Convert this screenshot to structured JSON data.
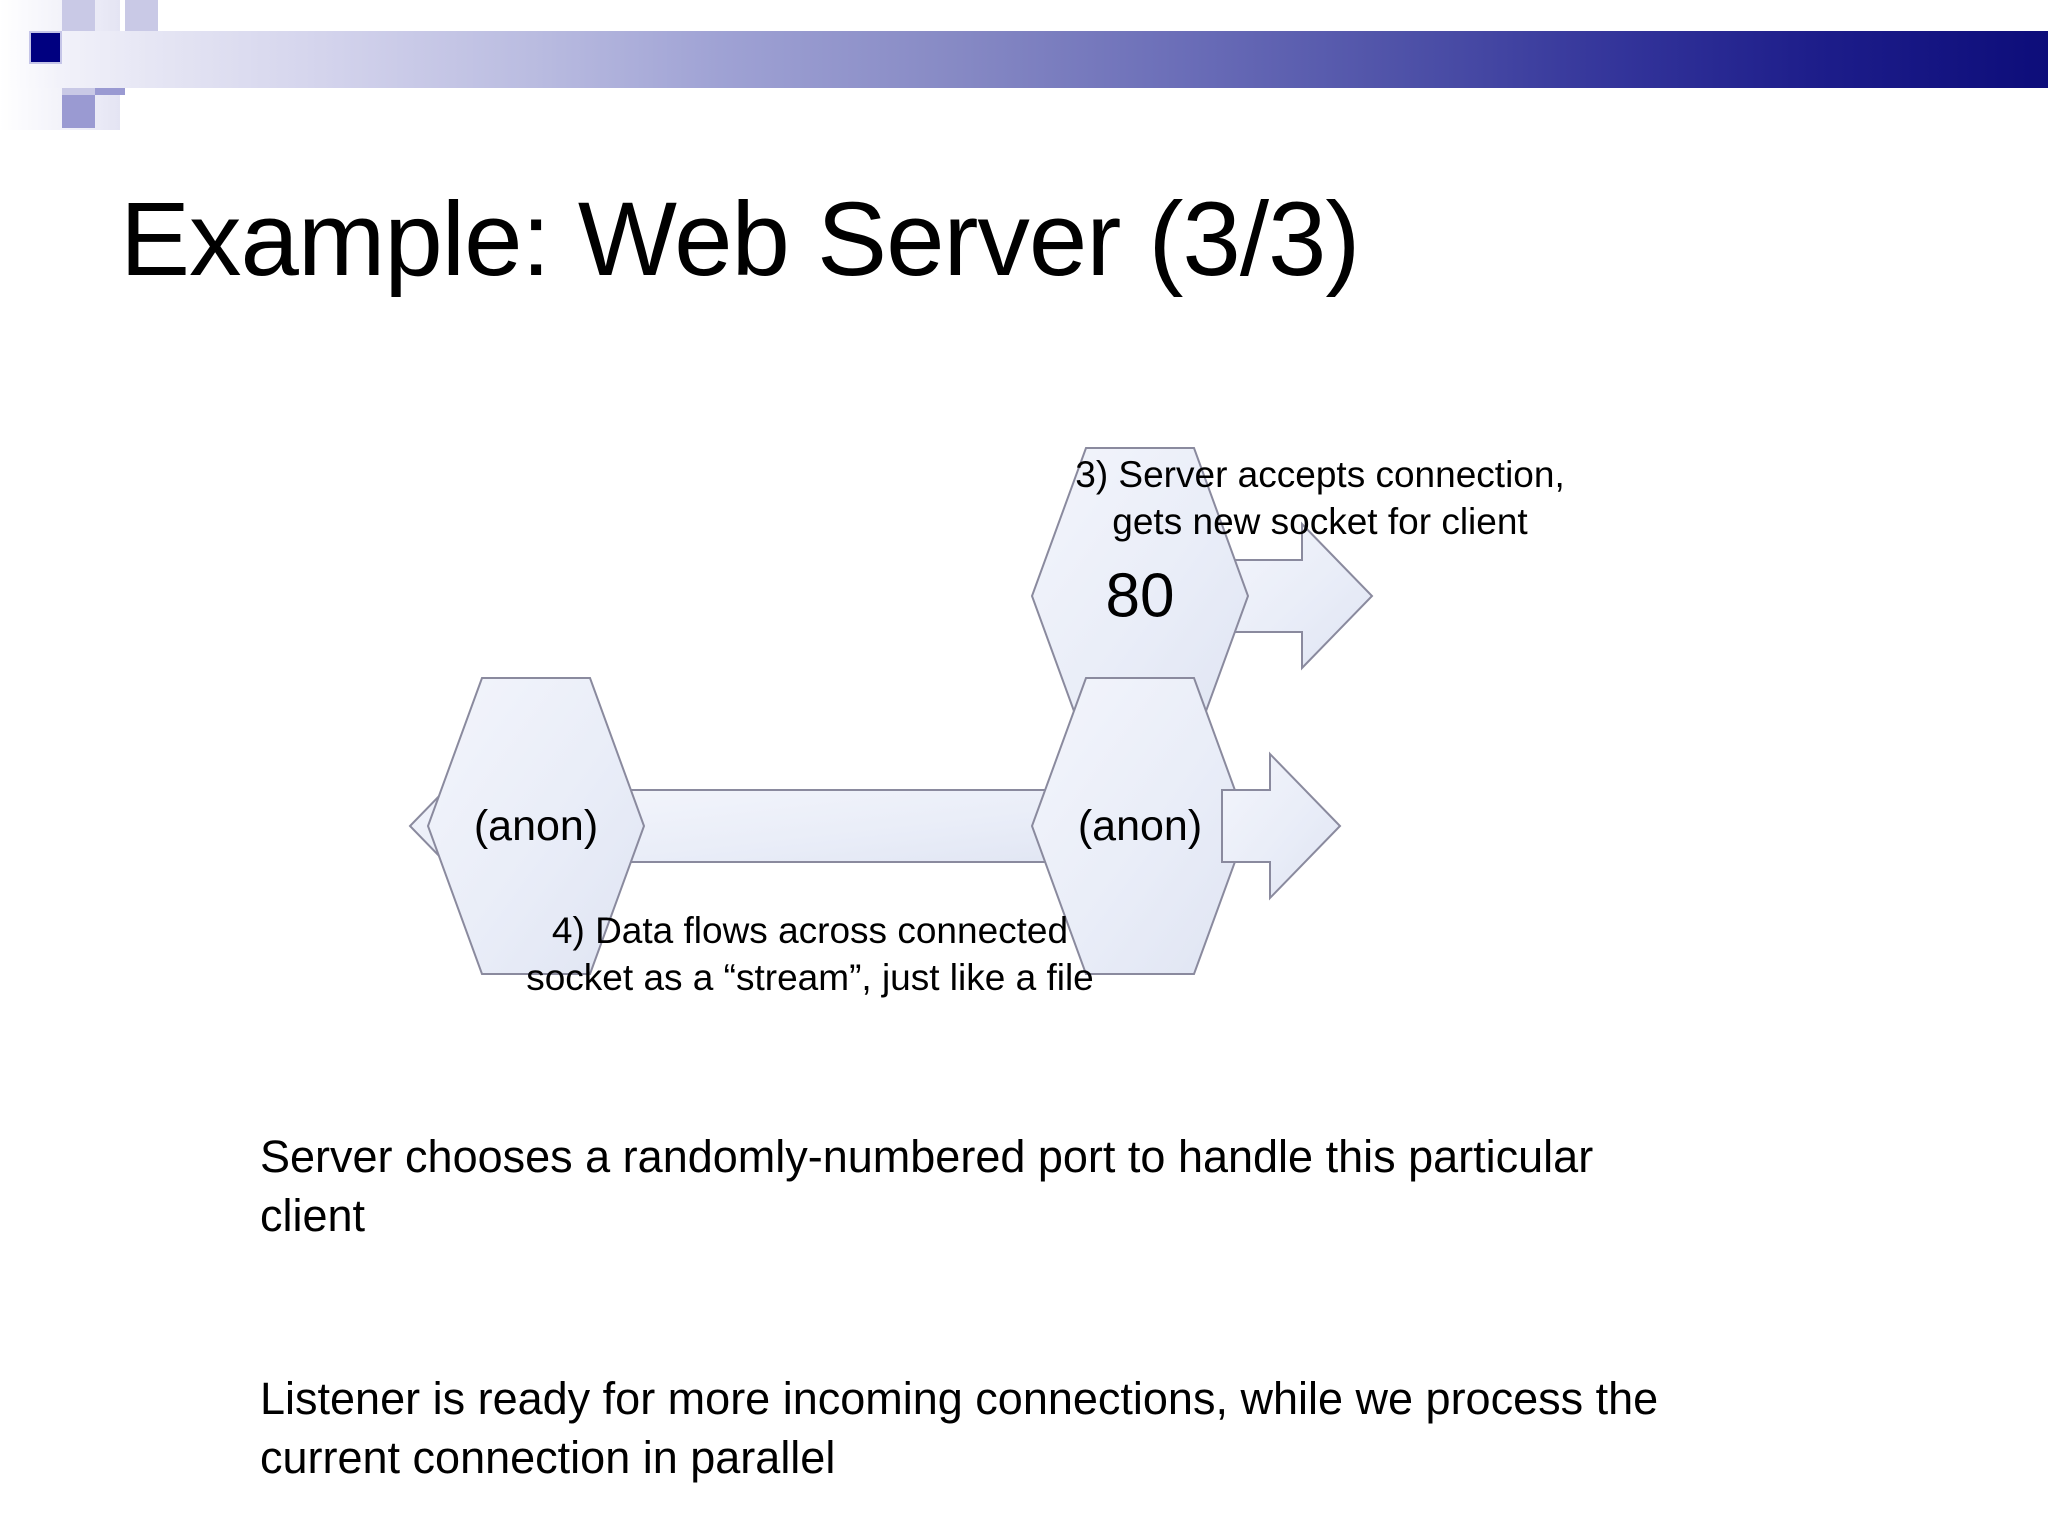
{
  "slide": {
    "title": "Example: Web Server (3/3)",
    "accent_colors": {
      "navy_square": "#000080",
      "banner_dark": "#0d0d7a",
      "banner_mid": "#8689c4",
      "shape_fill": "#e8ecf7",
      "shape_stroke": "#8a8a9e"
    }
  },
  "diagram": {
    "listener_socket": {
      "port_label": "80",
      "annotation": "3) Server accepts connection,\ngets new socket for client"
    },
    "connection": {
      "client_socket_label": "(anon)",
      "server_socket_label": "(anon)",
      "annotation": "4) Data flows across connected\nsocket as a “stream”, just like a file"
    }
  },
  "body": {
    "paragraph_1": "Server chooses a randomly-numbered port to handle this particular client",
    "paragraph_2": "Listener is ready for more incoming connections, while we process the current connection in parallel"
  }
}
